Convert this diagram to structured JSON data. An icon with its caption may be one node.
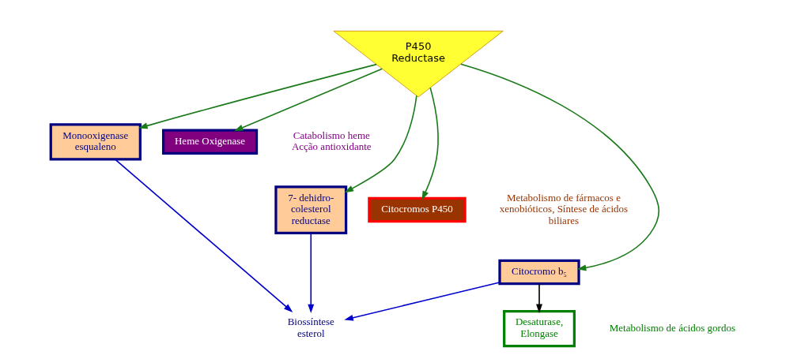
{
  "diagram": {
    "nodes": [
      {
        "text": [
          "P450 Reductase"
        ]
      },
      {
        "text": [
          "Monooxigenase esqualeno"
        ]
      },
      {
        "text": [
          "Heme Oxigenase"
        ],
        "beside": [
          "Catabolismo heme",
          "Acção antioxidante"
        ]
      },
      {
        "text": [
          "7- dehidro- colesterol reductase"
        ]
      },
      {
        "text": [
          "Citocromos P450"
        ],
        "beside": [
          "Metabolismo de fármacos e xenobióticos, Síntese de ácidos biliares"
        ]
      },
      {
        "text": [
          "Citocromo b₅"
        ]
      },
      {
        "text": [
          "Biossíntese esterol"
        ]
      },
      {
        "text": [
          "Desaturase, Elongase"
        ],
        "beside": [
          "Metabolismo de ácidos gordos"
        ]
      }
    ],
    "edges": [
      {
        "from": 0,
        "to": 1,
        "arrow": "to"
      },
      {
        "from": 0,
        "to": 2,
        "arrow": "to"
      },
      {
        "from": 0,
        "to": 3,
        "arrow": "to"
      },
      {
        "from": 0,
        "to": 4,
        "arrow": "to"
      },
      {
        "from": 0,
        "to": 5,
        "arrow": "to"
      },
      {
        "from": 1,
        "to": 6,
        "arrow": "to",
        "color": "#0000cc"
      },
      {
        "from": 3,
        "to": 6,
        "arrow": "to",
        "color": "#0000cc"
      },
      {
        "from": 5,
        "to": 6,
        "arrow": "to",
        "color": "#0000cc"
      },
      {
        "from": 5,
        "to": 7,
        "arrow": "to",
        "color": "#000000"
      }
    ]
  }
}
